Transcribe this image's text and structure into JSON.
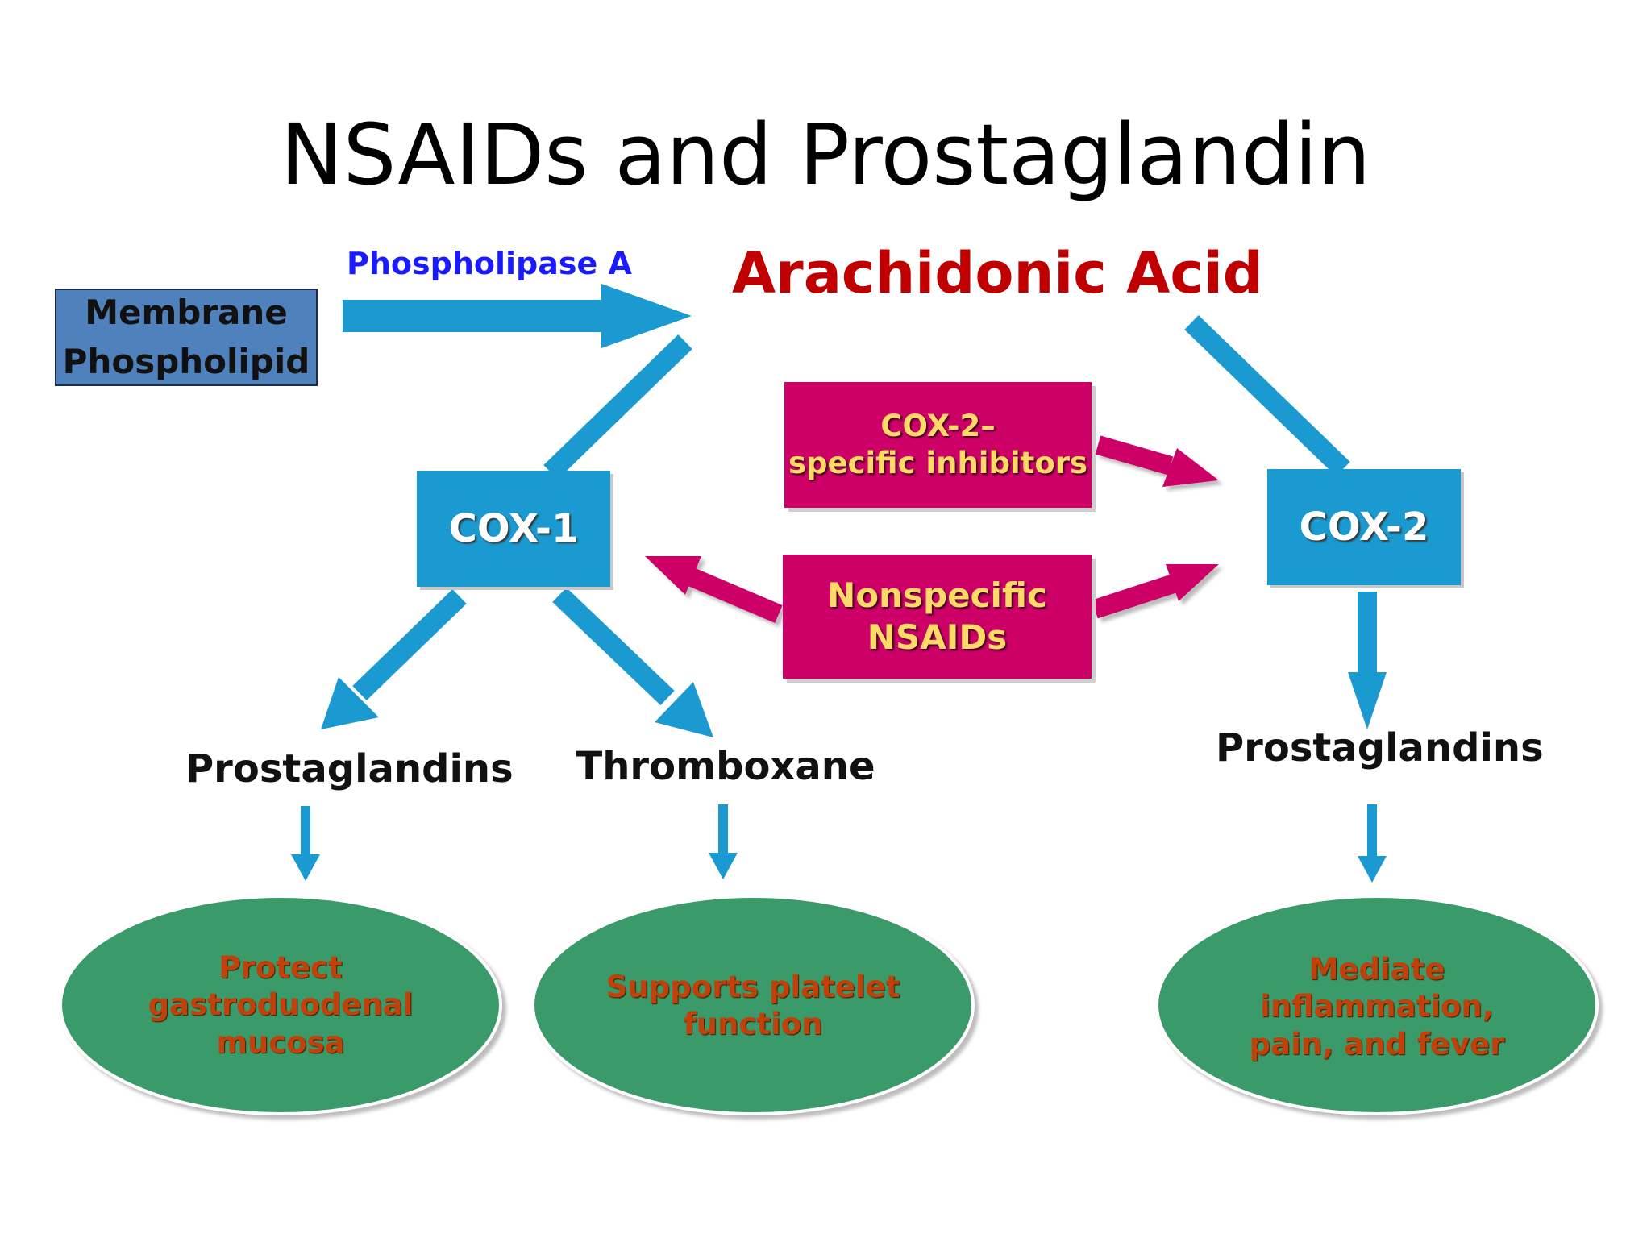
{
  "title": "NSAIDs and Prostaglandin",
  "membrane": {
    "line1": "Membrane",
    "line2": "Phospholipid"
  },
  "phospholipase": "Phospholipase A",
  "arachidonic": "Arachidonic Acid",
  "cox1": "COX-1",
  "cox2": "COX-2",
  "cox2_inhibitors": {
    "line1": "COX-2–",
    "line2": "specific inhibitors"
  },
  "nonspecific": {
    "line1": "Nonspecific",
    "line2": "NSAIDs"
  },
  "prostaglandins_left": "Prostaglandins",
  "thromboxane": "Thromboxane",
  "prostaglandins_right": "Prostaglandins",
  "effects": {
    "gastro": [
      "Protect",
      "gastroduodenal",
      "mucosa"
    ],
    "platelet": [
      "Supports platelet",
      "function"
    ],
    "inflammation": [
      "Mediate",
      "inflammation,",
      "pain, and fever"
    ]
  },
  "colors": {
    "arrow_blue": "#1a9ad0",
    "inhibitor_magenta": "#cc0066",
    "oval_green": "#3a9a6a",
    "acid_red": "#c00000",
    "enzyme_blue": "#1a9ad0"
  }
}
